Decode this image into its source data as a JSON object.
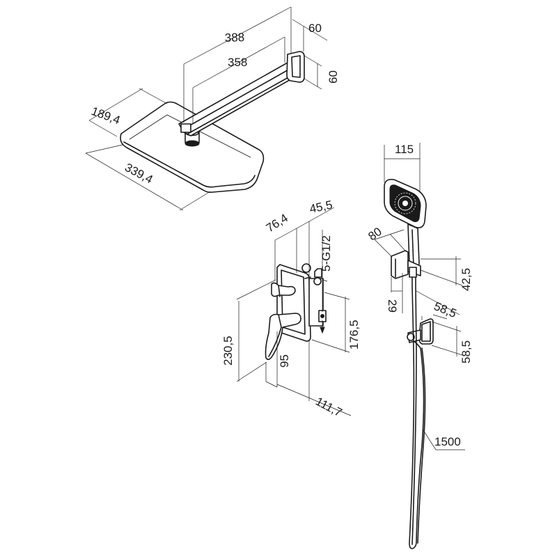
{
  "labels": {
    "arm_length_total": "388",
    "arm_length": "358",
    "arm_plate_width": "60",
    "arm_plate_height": "60",
    "head_width": "189,4",
    "head_length": "339,4",
    "mixer_depth": "76,4",
    "mixer_plate_depth": "45,5",
    "mixer_outlet": "5-G1/2",
    "mixer_height": "230,5",
    "mixer_plate_height": "176,5",
    "mixer_lever_depth": "95",
    "mixer_total_depth": "111,7",
    "handshower_width": "115",
    "holder_depth": "80",
    "holder_height": "42,5",
    "holder_gap": "29",
    "outlet_width": "58,5",
    "outlet_height": "58,5",
    "hose_length": "1500"
  },
  "colors": {
    "line": "#1a1a1a",
    "background": "#ffffff"
  }
}
